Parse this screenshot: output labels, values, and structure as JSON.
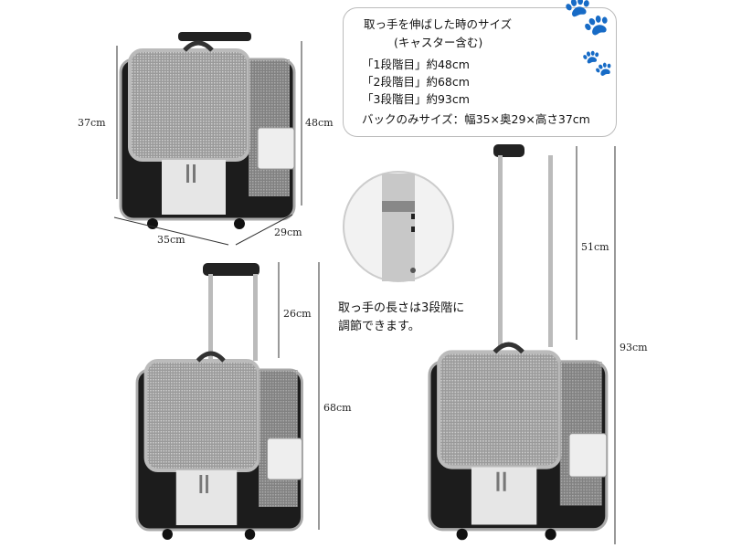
{
  "info_box": {
    "title": "取っ手を伸ばした時のサイズ",
    "subtitle": "(キャスター含む)",
    "steps": [
      "「1段階目」約48cm",
      "「2段階目」約68cm",
      "「3段階目」約93cm"
    ],
    "bag_only": "バックのみサイズ：幅35×奥29×高さ37cm"
  },
  "dimensions": {
    "height_bag": "37cm",
    "height_step1": "48cm",
    "width": "35cm",
    "depth": "29cm",
    "handle_step2": "26cm",
    "height_step2": "68cm",
    "handle_step3": "51cm",
    "height_step3": "93cm"
  },
  "note": {
    "line1": "取っ手の長さは3段階に",
    "line2": "調節できます。"
  },
  "colors": {
    "bag_body": "#1c1c1c",
    "mesh": "#8a8a8a",
    "panel": "#e8e8e8",
    "handle": "#bfbfbf"
  }
}
